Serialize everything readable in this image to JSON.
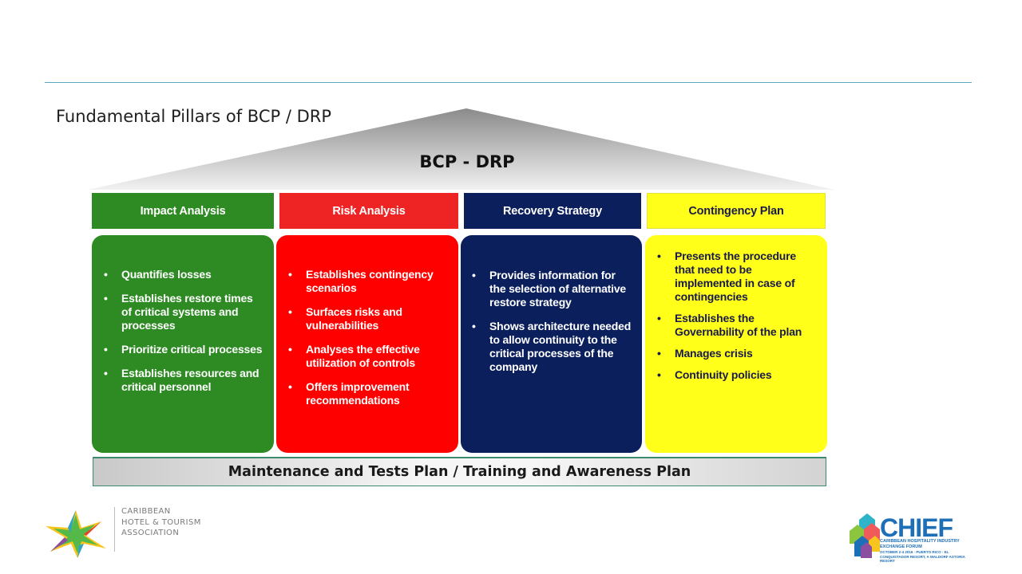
{
  "slide": {
    "title": "Fundamental Pillars of BCP / DRP",
    "roof_label": "BCP - DRP",
    "base_label": "Maintenance and Tests Plan / Training and Awareness Plan"
  },
  "colors": {
    "impact": "#2e8b23",
    "risk": "#ee1c1c",
    "recovery": "#0b1f5c",
    "contingency": "#ffff1a",
    "rule": "#5aa9c4"
  },
  "pillars": [
    {
      "header": "Impact Analysis",
      "items": [
        "Quantifies losses",
        "Establishes restore times of critical systems and processes",
        "Prioritize critical processes",
        "Establishes resources and critical personnel"
      ]
    },
    {
      "header": "Risk Analysis",
      "items": [
        "Establishes contingency scenarios",
        "Surfaces risks and vulnerabilities",
        "Analyses the effective utilization of controls",
        "Offers improvement recommendations"
      ]
    },
    {
      "header": "Recovery Strategy",
      "items": [
        "Provides information for the selection of alternative restore strategy",
        "Shows architecture needed to allow continuity to the critical processes of the company"
      ]
    },
    {
      "header": "Contingency Plan",
      "items": [
        "Presents the procedure that need to be implemented in case of contingencies",
        "Establishes the Governability of the plan",
        "Manages crisis",
        "Continuity policies"
      ]
    }
  ],
  "logos": {
    "left_icon": "star-logo-icon",
    "left_lines": [
      "CARIBBEAN",
      "HOTEL & TOURISM",
      "ASSOCIATION"
    ],
    "right_icon": "chief-house-logo-icon",
    "right_word": "CHIEF",
    "right_sub": "CARIBBEAN HOSPITALITY INDUSTRY EXCHANGE FORUM",
    "right_sub2": "OCTOBER 2-4 2016 · PUERTO RICO · EL CONQUISTADOR RESORT, A WALDORF ASTORIA RESORT"
  }
}
